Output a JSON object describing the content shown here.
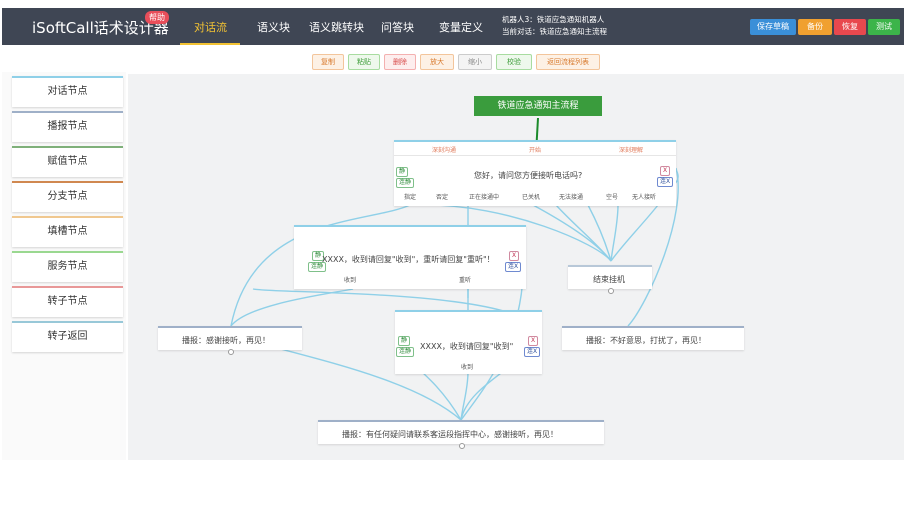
{
  "header": {
    "brand": "iSoftCall话术设计器",
    "help_badge": "帮助",
    "nav": [
      "对话流",
      "语义块",
      "语义跳转块",
      "问答块",
      "变量定义"
    ],
    "robot_info": "机器人3：铁道应急通知机器人",
    "dialog_info": "当前对话：铁道应急通知主流程",
    "buttons": [
      "保存草稿",
      "备份",
      "恢复",
      "测试"
    ]
  },
  "toolbar": {
    "buttons": [
      "复制",
      "粘贴",
      "删除",
      "放大",
      "缩小",
      "校验",
      "返回流程列表"
    ]
  },
  "sidebar": {
    "items": [
      "对话节点",
      "播报节点",
      "赋值节点",
      "分支节点",
      "填槽节点",
      "服务节点",
      "转子节点",
      "转子返回"
    ]
  },
  "flow": {
    "main_title": "铁道应急通知主流程",
    "node1": {
      "tabs": [
        "深刻沟通",
        "开始",
        "深刻理解"
      ],
      "text": "您好，请问您方便接听电话吗?",
      "ports": [
        "指定",
        "否定",
        "正在接通中",
        "已关机",
        "无法接通",
        "空号",
        "无人接听"
      ]
    },
    "node2": {
      "text": "XXXX，收到请回复\"收到\"，重听请回复\"重听\"！",
      "ports": [
        "收到",
        "重听"
      ]
    },
    "node3": {
      "text": "XXXX，收到请回复\"收到\"",
      "ports": [
        "收到"
      ]
    },
    "end_node": {
      "text": "结束挂机"
    },
    "broadcast_thanks": {
      "text": "播报：感谢接听，再见！"
    },
    "broadcast_sorry": {
      "text": "播报：不好意思，打扰了，再见！"
    },
    "broadcast_contact": {
      "text": "播报：有任何疑问请联系客运段指挥中心，感谢接听，再见！"
    },
    "tags": {
      "silence": "静",
      "silence_continuous": "连静",
      "x": "X",
      "x_continuous": "连X"
    }
  },
  "colors": {
    "header_bg": "#3f4654",
    "accent_yellow": "#f2c233",
    "node_border": "#8fd0e8",
    "edge": "#8fd0e8",
    "main_node": "#3a9c3d"
  }
}
